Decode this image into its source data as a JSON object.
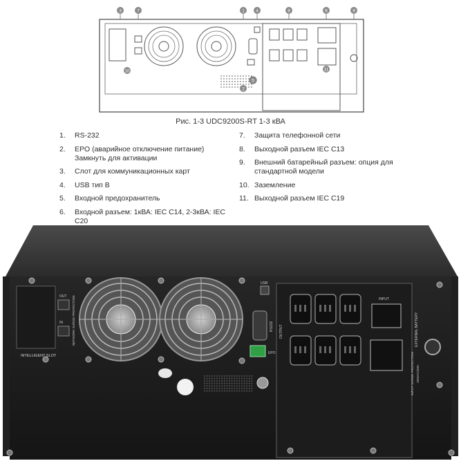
{
  "diagram": {
    "callouts_top": [
      "3",
      "7",
      "1",
      "4",
      "8",
      "6",
      "9"
    ],
    "callouts_bottom": [
      "2",
      "5",
      "10",
      "11"
    ]
  },
  "caption": "Рис. 1-3 UDC9200S-RT 1-3 кВА",
  "legend_left": [
    {
      "num": "1.",
      "text": "RS-232"
    },
    {
      "num": "2.",
      "text": "EPO (аварийное отключение питание) Замкнуть для активации"
    },
    {
      "num": "3.",
      "text": "Слот для коммуникационных карт"
    },
    {
      "num": "4.",
      "text": "USB тип B"
    },
    {
      "num": "5.",
      "text": "Входной предохранитель"
    },
    {
      "num": "6.",
      "text": "Входной разъем: 1кВА: IEC C14, 2-3кВА: IEC C20"
    }
  ],
  "legend_right": [
    {
      "num": "7.",
      "text": "Защита телефонной сети"
    },
    {
      "num": "8.",
      "text": "Выходной разъем IEC C13"
    },
    {
      "num": "9.",
      "text": "Внешний батарейный разъем: опция для стандартной модели"
    },
    {
      "num": "10.",
      "text": "Заземление"
    },
    {
      "num": "11.",
      "text": "Выходной разъем IEC C19"
    }
  ],
  "photo_labels": {
    "intelligent_slot": "INTELLIGENT SLOT",
    "network_surge": "NETWORK SURGE PROTECTION",
    "out": "OUT",
    "in": "IN",
    "rs232": "RS232",
    "usb": "USB",
    "epo": "EPO",
    "output": "OUTPUT",
    "input": "INPUT",
    "external_battery": "EXTERNAL BATTERY",
    "input_surge": "INPUT SURGE PROTECTION",
    "rating": "250VAC/30A"
  },
  "colors": {
    "panel_dark": "#1e1e1e",
    "chassis_top": "#3a3a3a",
    "epo_green": "#2fa046"
  }
}
